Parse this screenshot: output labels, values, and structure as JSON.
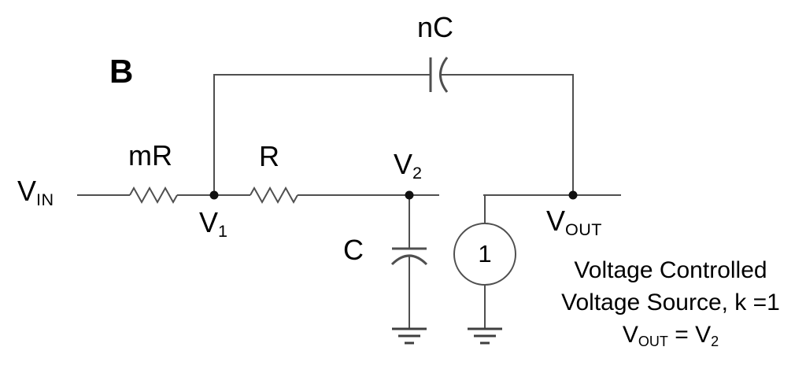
{
  "figure": {
    "tag": "B",
    "background_color": "#ffffff",
    "wire_color": "#4f4f4f",
    "text_color": "#000000"
  },
  "labels": {
    "vin": {
      "main": "V",
      "sub": "IN"
    },
    "v1": {
      "main": "V",
      "sub": "1"
    },
    "v2": {
      "main": "V",
      "sub": "2"
    },
    "vout": {
      "main": "V",
      "sub": "OUT"
    },
    "resistor_input": "mR",
    "resistor_series": "R",
    "capacitor_shunt": "C",
    "capacitor_feedback": "nC",
    "source_value": "1"
  },
  "annotation": {
    "line1": "Voltage Controlled",
    "line2": "Voltage Source, k =1",
    "equation": {
      "p1": "V",
      "s1": "OUT",
      "p2": " = V",
      "s2": "2"
    }
  }
}
